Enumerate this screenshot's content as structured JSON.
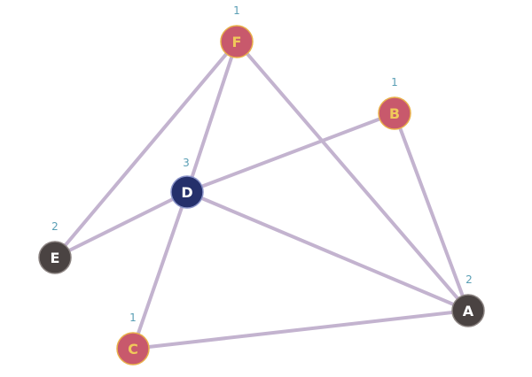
{
  "colors": {
    "edge": "#c3b3cf",
    "label_count": "#5a9fb5",
    "node_pink_fill": "#c8596c",
    "node_pink_stroke": "#e8b04b",
    "node_pink_text": "#f0c95a",
    "node_navy_fill": "#25306b",
    "node_navy_stroke": "#8a93c8",
    "node_navy_text": "#ffffff",
    "node_dark_fill": "#4a4342",
    "node_dark_stroke": "#8c8482",
    "node_dark_text": "#ffffff"
  },
  "nodes": [
    {
      "id": "F",
      "label": "F",
      "count": "1",
      "style": "pink"
    },
    {
      "id": "B",
      "label": "B",
      "count": "1",
      "style": "pink"
    },
    {
      "id": "D",
      "label": "D",
      "count": "3",
      "style": "navy"
    },
    {
      "id": "E",
      "label": "E",
      "count": "2",
      "style": "dark"
    },
    {
      "id": "A",
      "label": "A",
      "count": "2",
      "style": "dark"
    },
    {
      "id": "C",
      "label": "C",
      "count": "1",
      "style": "pink"
    }
  ],
  "edges": [
    [
      "F",
      "E"
    ],
    [
      "F",
      "D"
    ],
    [
      "F",
      "A"
    ],
    [
      "B",
      "D"
    ],
    [
      "B",
      "A"
    ],
    [
      "D",
      "E"
    ],
    [
      "D",
      "A"
    ],
    [
      "D",
      "C"
    ],
    [
      "C",
      "A"
    ]
  ]
}
